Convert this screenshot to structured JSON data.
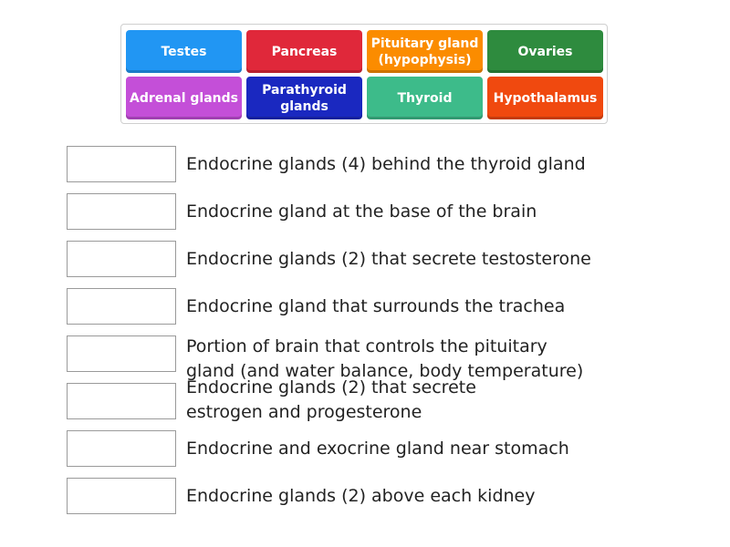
{
  "tiles": [
    {
      "label": "Testes",
      "color": "#2196f3"
    },
    {
      "label": "Pancreas",
      "color": "#e0283a"
    },
    {
      "label": "Pituitary gland\n(hypophysis)",
      "color": "#fb8c00"
    },
    {
      "label": "Ovaries",
      "color": "#2e8b3e"
    },
    {
      "label": "Adrenal glands",
      "color": "#c44fd8"
    },
    {
      "label": "Parathyroid\nglands",
      "color": "#1a28c0"
    },
    {
      "label": "Thyroid",
      "color": "#3dbb8a"
    },
    {
      "label": "Hypothalamus",
      "color": "#f0490f"
    }
  ],
  "clues": [
    "Endocrine glands (4) behind the thyroid gland",
    "Endocrine gland at the base of the brain",
    "Endocrine glands (2) that secrete testosterone",
    "Endocrine gland that surrounds the trachea",
    "Portion of brain that controls the pituitary\ngland (and water balance, body temperature)",
    "Endocrine glands (2) that secrete\nestrogen and progesterone",
    "Endocrine and exocrine gland near stomach",
    "Endocrine glands (2) above each kidney"
  ]
}
